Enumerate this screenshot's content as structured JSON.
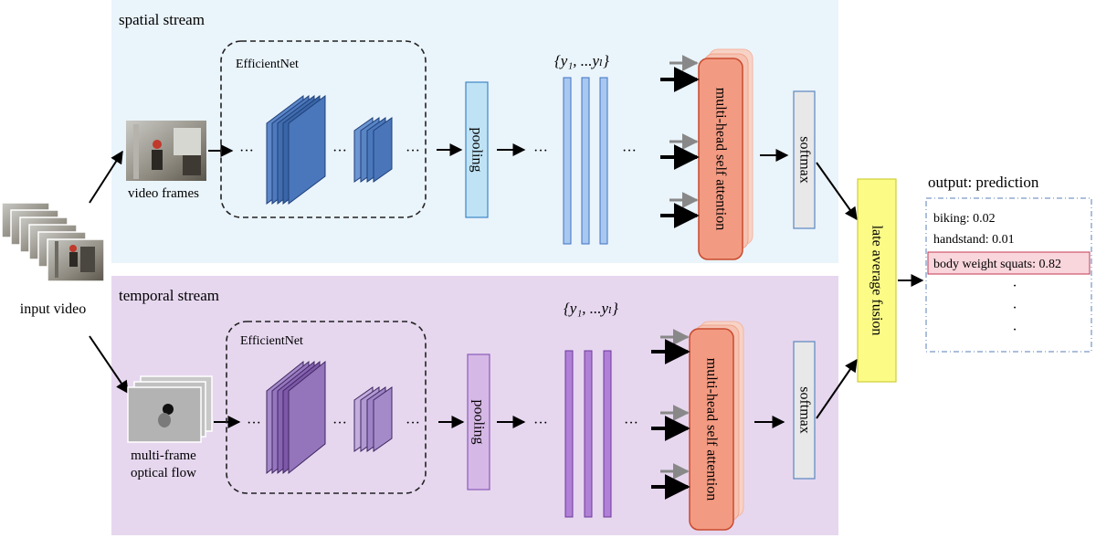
{
  "input": {
    "label": "input video"
  },
  "spatial": {
    "title": "spatial stream",
    "frames_label": "video frames",
    "backbone_label": "EfficientNet",
    "pooling_label": "pooling",
    "embedding_label": "{y₁, ...yₗ}",
    "attention_label": "multi-head self attention",
    "softmax_label": "softmax",
    "ellipsis": "···"
  },
  "temporal": {
    "title": "temporal stream",
    "flow_label_line1": "multi-frame",
    "flow_label_line2": "optical flow",
    "backbone_label": "EfficientNet",
    "pooling_label": "pooling",
    "embedding_label": "{y₁, ...yₗ}",
    "attention_label": "multi-head self attention",
    "softmax_label": "softmax",
    "ellipsis": "···"
  },
  "fusion": {
    "label": "late average fusion"
  },
  "output": {
    "title": "output: prediction",
    "predictions": [
      {
        "label": "biking: 0.02"
      },
      {
        "label": "handstand: 0.01"
      },
      {
        "label": "body weight squats: 0.82",
        "highlighted": true
      }
    ],
    "more": "·"
  },
  "colors": {
    "spatial_bg": "#eaf4fb",
    "temporal_bg": "#e6d7ef",
    "spatial_accent": "#3f72bf",
    "temporal_accent": "#8a5bb8",
    "spatial_pooling": "#bfe3f5",
    "temporal_pooling": "#d6b8e6",
    "attention": "#f39a82",
    "fusion": "#fbfb86",
    "highlight": "#f9d5dc",
    "softmax": "#e8e8e8"
  }
}
